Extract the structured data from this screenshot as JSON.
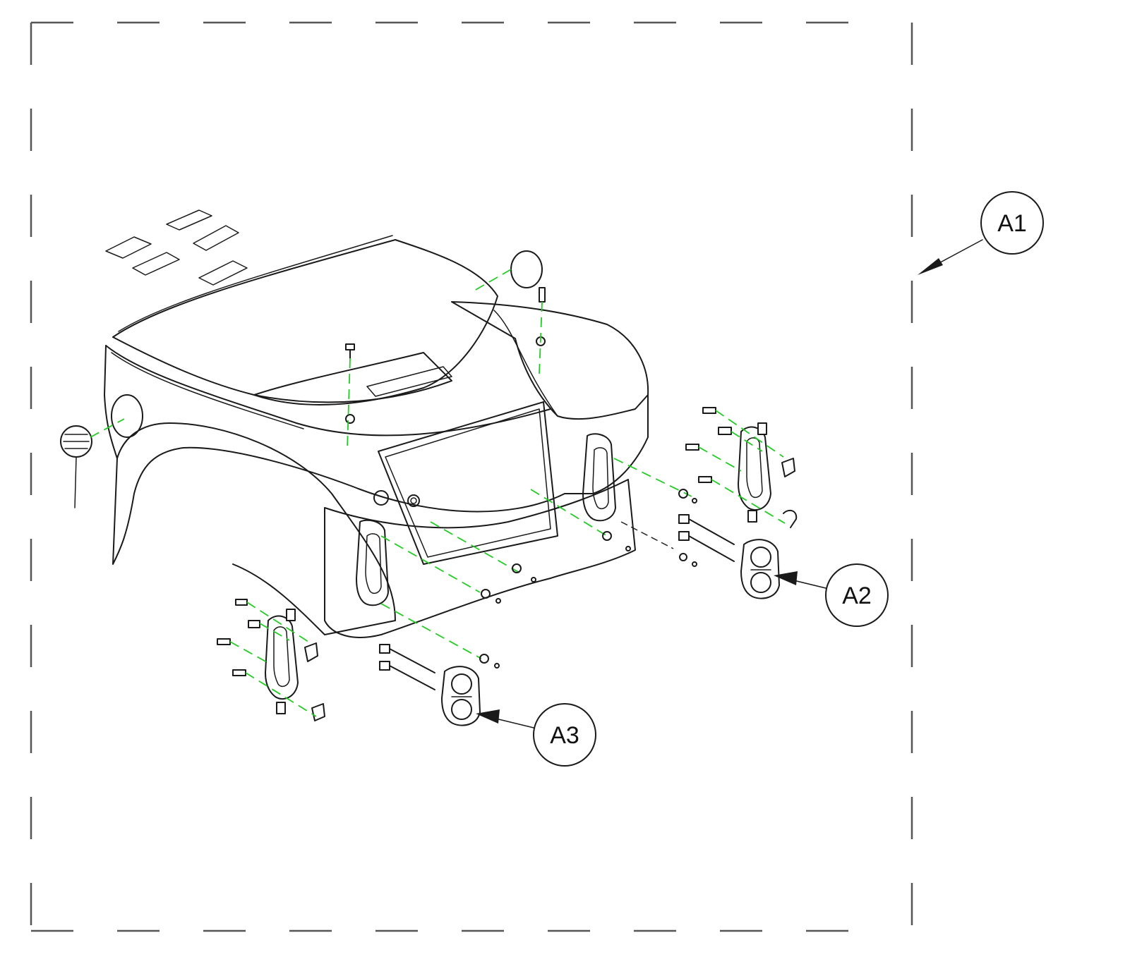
{
  "callouts": [
    {
      "id": "A1",
      "label": "A1"
    },
    {
      "id": "A2",
      "label": "A2"
    },
    {
      "id": "A3",
      "label": "A3"
    }
  ],
  "colors": {
    "line": "#1a1a1a",
    "guide": "#22cc22",
    "border": "#555555",
    "background": "#ffffff"
  }
}
